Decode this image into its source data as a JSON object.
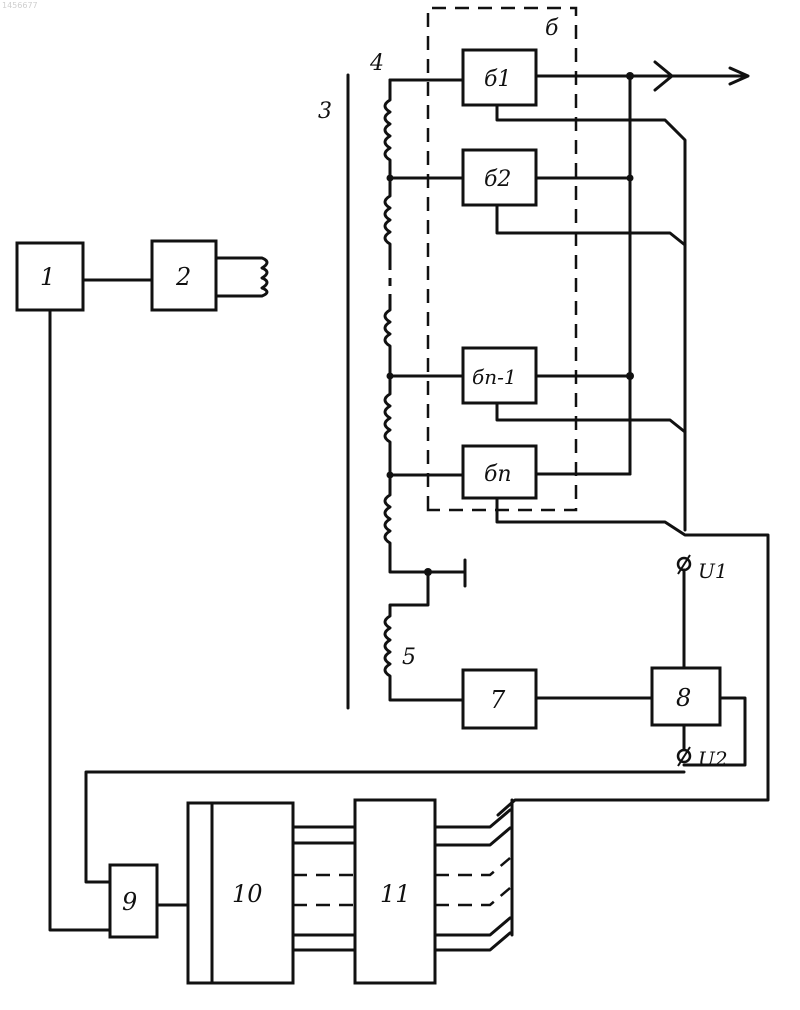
{
  "blocks": {
    "b1": "1",
    "b2": "2",
    "b7": "7",
    "b8": "8",
    "b9": "9",
    "b10": "10",
    "b11": "11"
  },
  "elements": {
    "b6_1": "б1",
    "b6_2": "б2",
    "b6_n1": "бп-1",
    "b6_n": "бп",
    "label_3": "3",
    "label_4": "4",
    "label_5": "5",
    "label_6": "б"
  },
  "terminals": {
    "u1": "U1",
    "u2": "U2"
  },
  "stamp": "1456677"
}
